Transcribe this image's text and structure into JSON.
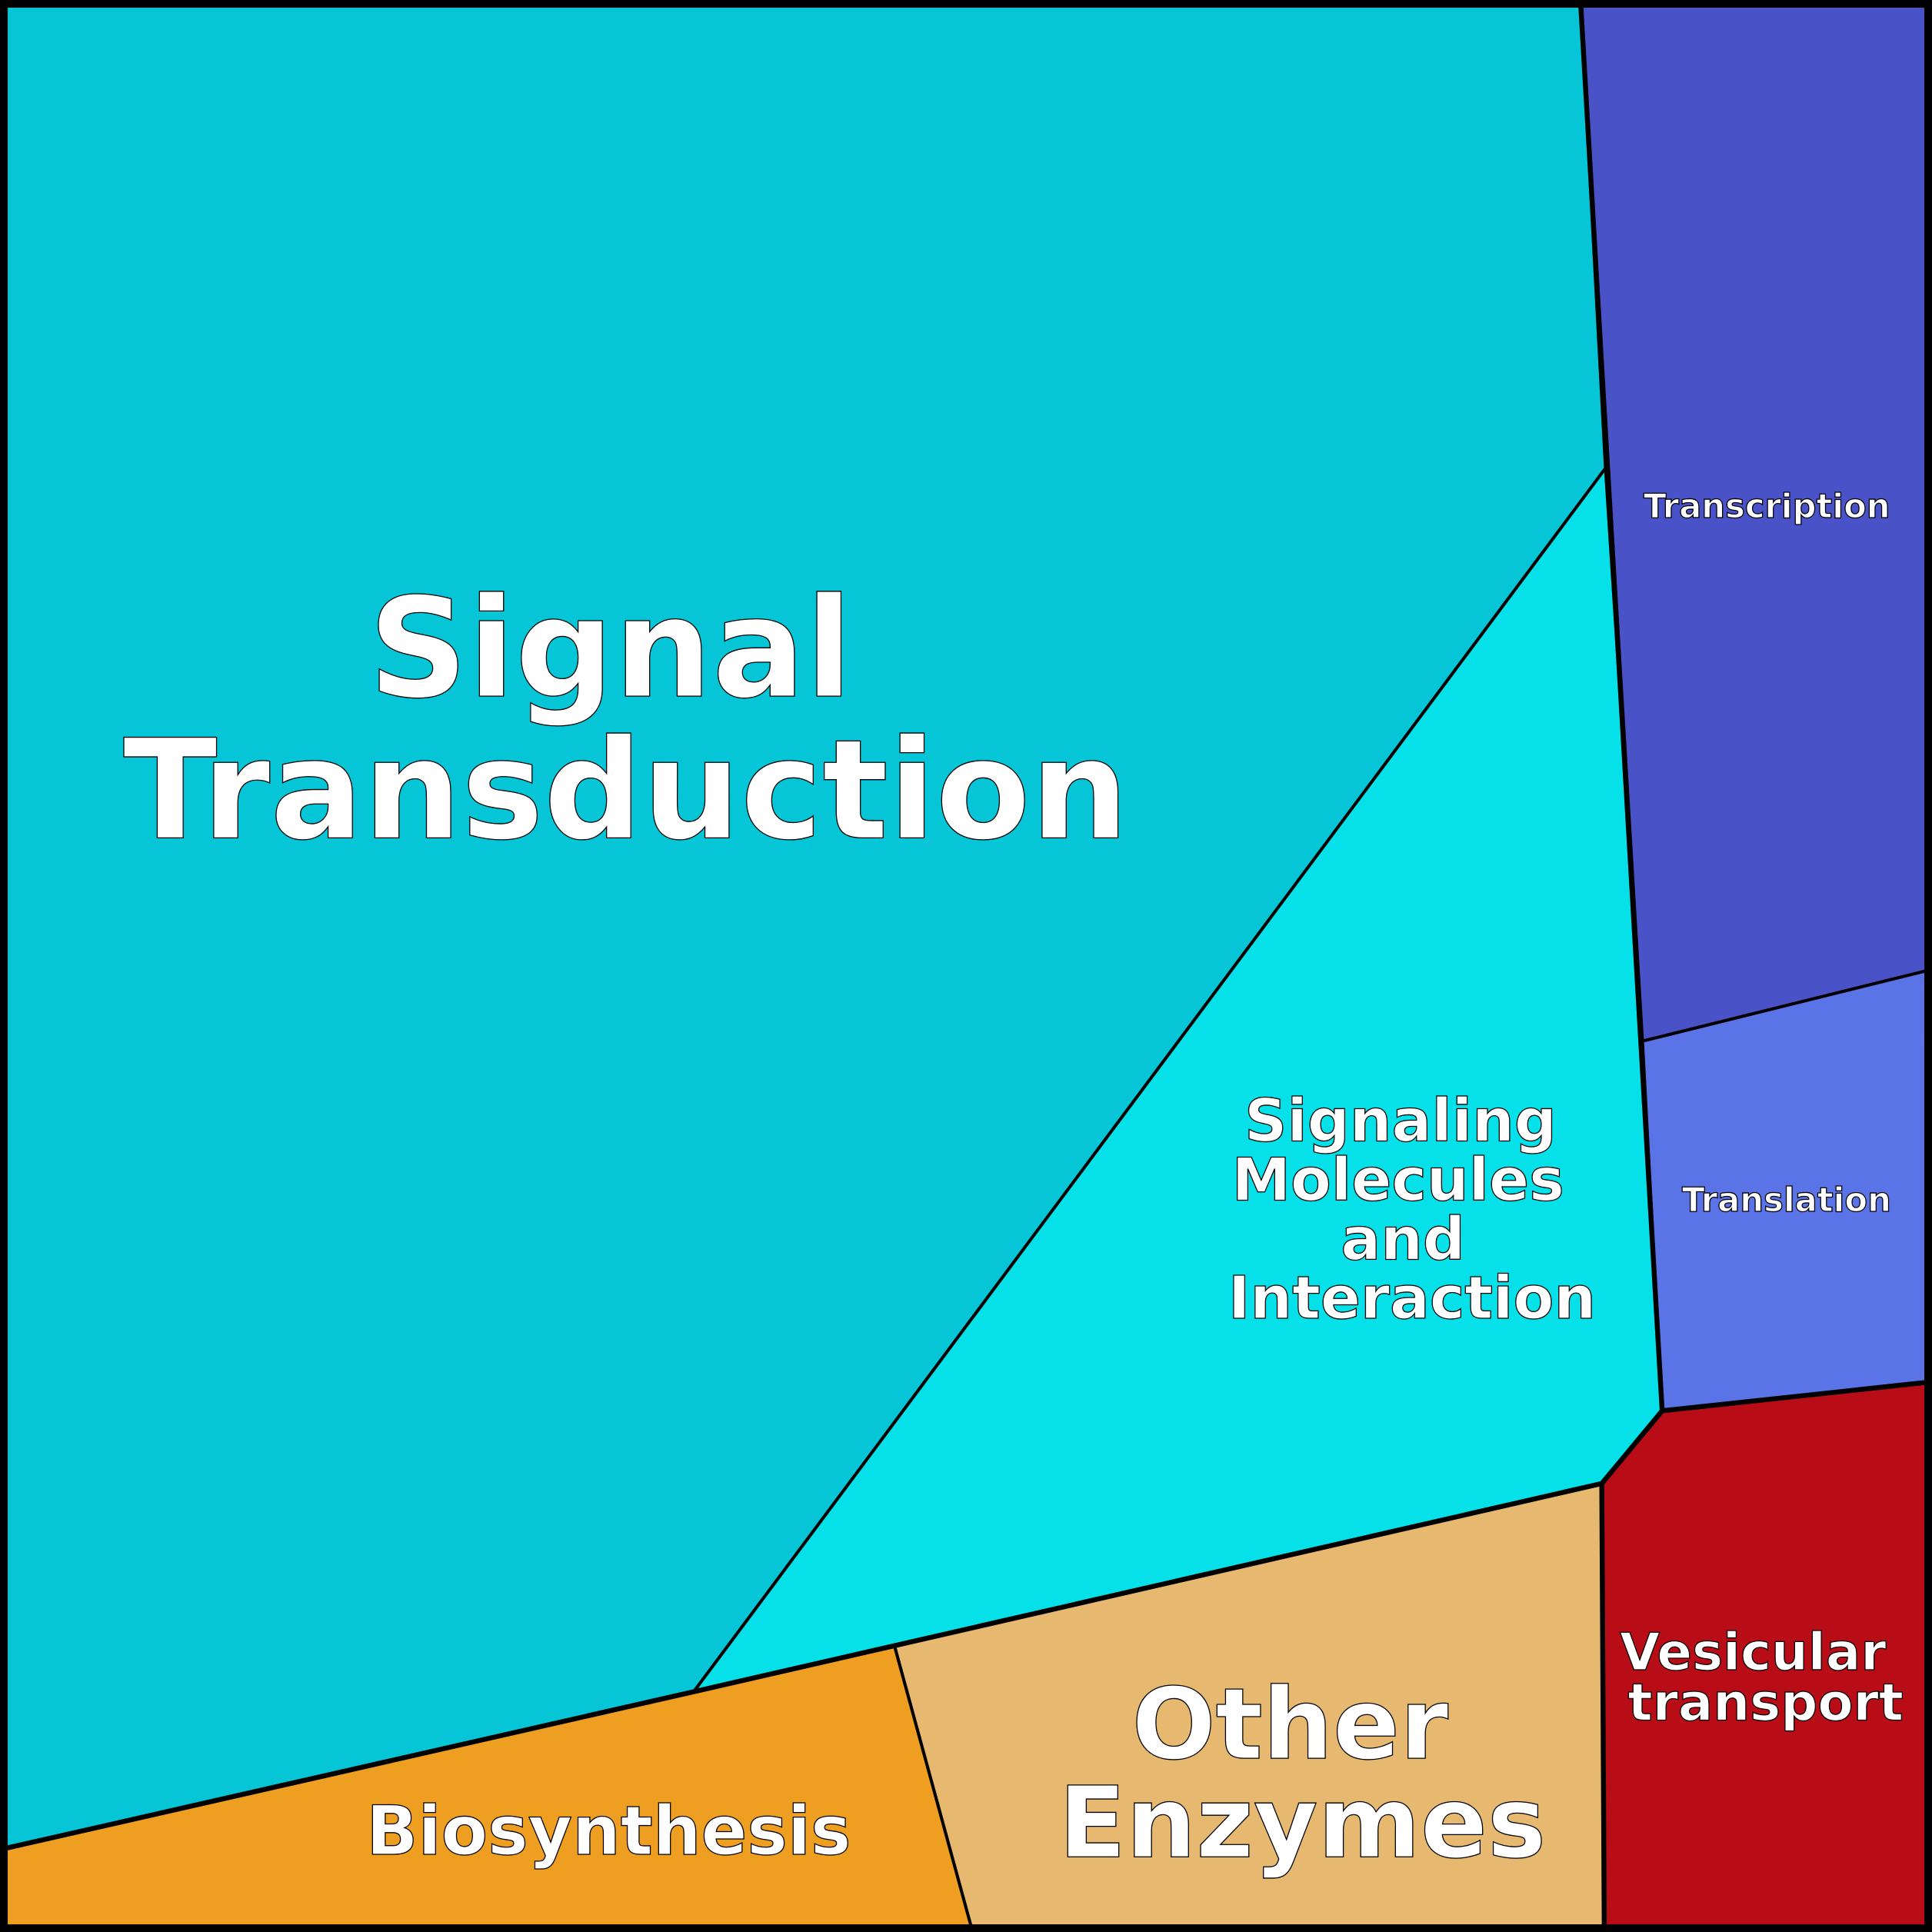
{
  "title": "Voronoi treemap of functional categories",
  "cells": [
    {
      "id": "signal-transduction",
      "lines": [
        "Signal",
        "Transduction"
      ],
      "color": "#06C5D6"
    },
    {
      "id": "signaling-molecules",
      "lines": [
        "Signaling",
        "Molecules",
        "and",
        "Interaction"
      ],
      "color": "#06E0E8"
    },
    {
      "id": "transcription",
      "lines": [
        "Transcription"
      ],
      "color": "#4A52C8"
    },
    {
      "id": "translation",
      "lines": [
        "Translation"
      ],
      "color": "#5A74E8"
    },
    {
      "id": "vesicular-transport",
      "lines": [
        "Vesicular",
        "transport"
      ],
      "color": "#B80C17"
    },
    {
      "id": "other-enzymes",
      "lines": [
        "Other",
        "Enzymes"
      ],
      "color": "#E6B870"
    },
    {
      "id": "biosynthesis",
      "lines": [
        "Biosynthesis"
      ],
      "color": "#EE9E20"
    }
  ]
}
